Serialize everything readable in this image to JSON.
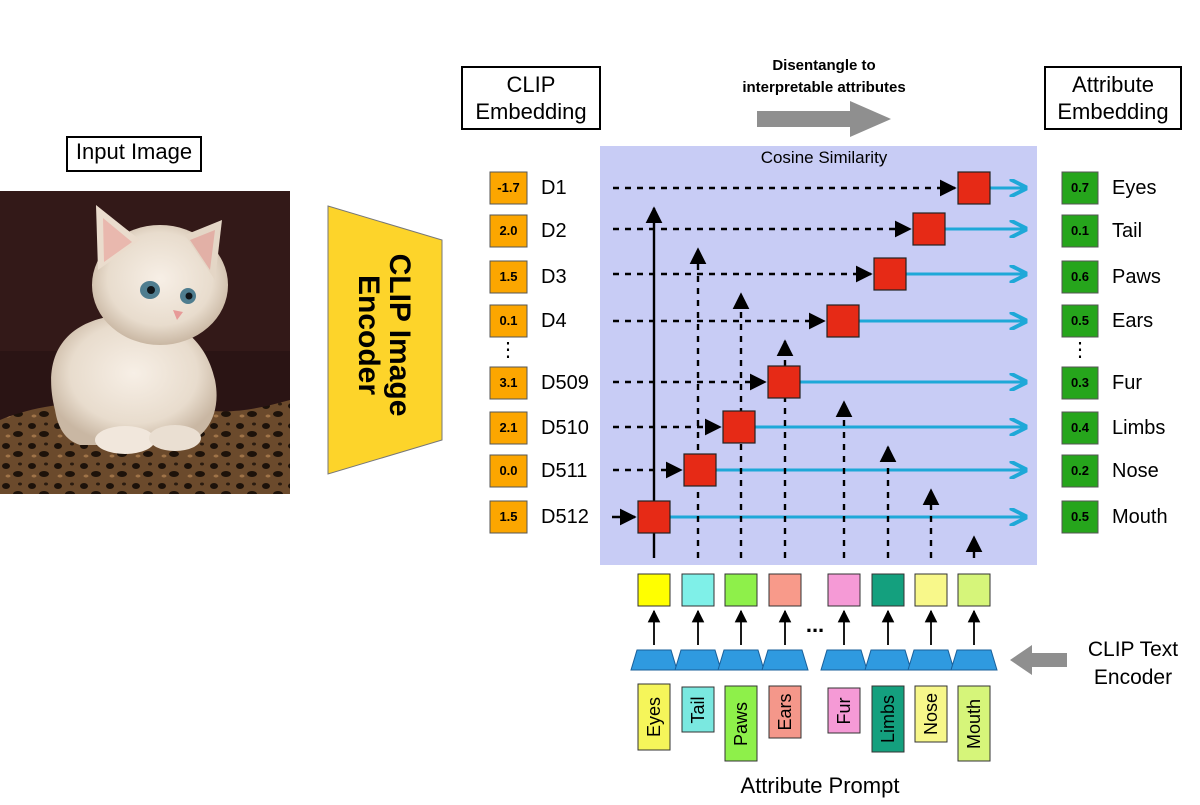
{
  "input_image": {
    "label": "Input Image"
  },
  "image_encoder": {
    "label_line1": "CLIP Image",
    "label_line2": "Encoder"
  },
  "clip_embedding": {
    "title_line1": "CLIP",
    "title_line2": "Embedding",
    "ellipsis": "⋮",
    "dims": [
      {
        "name": "D1",
        "value": "-1.7"
      },
      {
        "name": "D2",
        "value": "2.0"
      },
      {
        "name": "D3",
        "value": "1.5"
      },
      {
        "name": "D4",
        "value": "0.1"
      },
      {
        "name": "D509",
        "value": "3.1"
      },
      {
        "name": "D510",
        "value": "2.1"
      },
      {
        "name": "D511",
        "value": "0.0"
      },
      {
        "name": "D512",
        "value": "1.5"
      }
    ]
  },
  "disentangle": {
    "line1": "Disentangle to",
    "line2": "interpretable attributes"
  },
  "cosine": {
    "label": "Cosine Similarity"
  },
  "attribute_embedding": {
    "title_line1": "Attribute",
    "title_line2": "Embedding",
    "ellipsis": "⋮",
    "attrs": [
      {
        "name": "Eyes",
        "value": "0.7"
      },
      {
        "name": "Tail",
        "value": "0.1"
      },
      {
        "name": "Paws",
        "value": "0.6"
      },
      {
        "name": "Ears",
        "value": "0.5"
      },
      {
        "name": "Fur",
        "value": "0.3"
      },
      {
        "name": "Limbs",
        "value": "0.4"
      },
      {
        "name": "Nose",
        "value": "0.2"
      },
      {
        "name": "Mouth",
        "value": "0.5"
      }
    ]
  },
  "text_encoder": {
    "label_line1": "CLIP Text",
    "label_line2": "Encoder"
  },
  "prompt_ellipsis": "...",
  "prompts": [
    {
      "word": "Eyes",
      "color": "#f5f55a"
    },
    {
      "word": "Tail",
      "color": "#7ae8e0"
    },
    {
      "word": "Paws",
      "color": "#8ef04a"
    },
    {
      "word": "Ears",
      "color": "#f4978a"
    },
    {
      "word": "Fur",
      "color": "#f59ad6"
    },
    {
      "word": "Limbs",
      "color": "#14a07e"
    },
    {
      "word": "Nose",
      "color": "#f7f78a"
    },
    {
      "word": "Mouth",
      "color": "#d6f57a"
    }
  ],
  "text_embeddings": [
    {
      "color": "#ffff00"
    },
    {
      "color": "#7ff0e8"
    },
    {
      "color": "#8ef04a"
    },
    {
      "color": "#f89a8a"
    },
    {
      "color": "#f59ad6"
    },
    {
      "color": "#14a07e"
    },
    {
      "color": "#f8f88a"
    },
    {
      "color": "#d6f57a"
    }
  ],
  "attribute_prompt": {
    "label": "Attribute Prompt"
  },
  "colors": {
    "panel": "#c8ccf5",
    "encoder": "#fdd42a",
    "clip_val": "#fca600",
    "attr_val": "#26a51c",
    "sim_box": "#e62a16",
    "cyan_arrow": "#1ea8d8",
    "text_enc": "#2f9ae0",
    "grey_arrow": "#8f8f8f"
  }
}
